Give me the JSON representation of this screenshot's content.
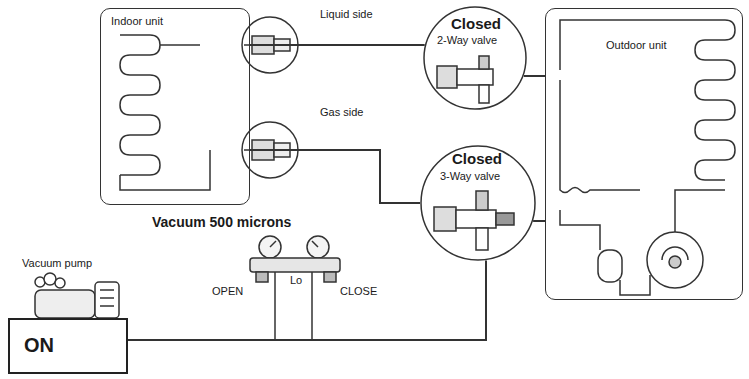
{
  "diagram": {
    "nodes": [
      {
        "text": [
          "Indoor unit"
        ]
      },
      {
        "text": [
          "Closed",
          "2-Way valve"
        ]
      },
      {
        "text": [
          "Outdoor unit"
        ]
      },
      {
        "text": [
          "Closed",
          "3-Way valve"
        ]
      },
      {
        "text": [
          "ON"
        ]
      }
    ],
    "edges": [
      {
        "from": 0,
        "to": 1,
        "arrow": "none"
      },
      {
        "from": 0,
        "to": 3,
        "arrow": "none"
      },
      {
        "from": 4,
        "to": 3,
        "arrow": "none"
      },
      {
        "from": 1,
        "to": 2,
        "arrow": "none"
      },
      {
        "from": 3,
        "to": 2,
        "arrow": "none"
      }
    ],
    "labels": [
      "Liquid side",
      "Gas side",
      "Vacuum 500 microns",
      "Vacuum pump",
      "OPEN",
      "Lo",
      "CLOSE"
    ]
  }
}
